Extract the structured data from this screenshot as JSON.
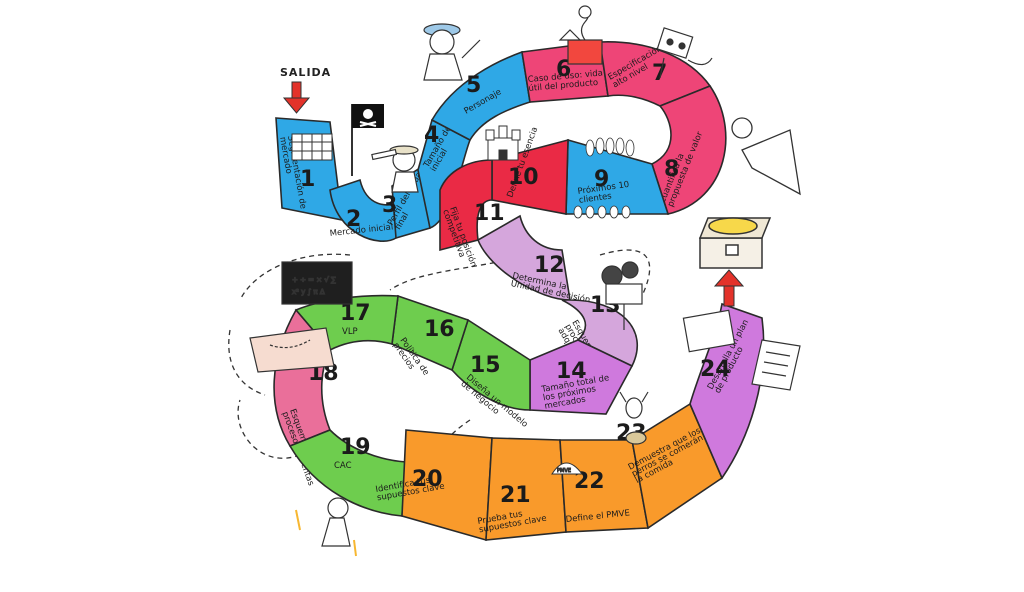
{
  "start_label": "SALIDA",
  "colors": {
    "blue": "#2fa8e6",
    "pink": "#ee4577",
    "red": "#ea2a45",
    "lilac": "#d5a6dc",
    "violet": "#cf79dd",
    "green": "#6ecd4e",
    "rose": "#ea6f9a",
    "orange": "#f99a2b",
    "magenta": "#c957d4",
    "arrow": "#e3322a"
  },
  "squares": [
    {
      "n": "1",
      "text": "Segmentación de mercado"
    },
    {
      "n": "2",
      "text": "Mercado inicial"
    },
    {
      "n": "3",
      "text": "Perfil del usuario final"
    },
    {
      "n": "4",
      "text": "Tamaño del mercado inicial"
    },
    {
      "n": "5",
      "text": "Personaje"
    },
    {
      "n": "6",
      "text": "Caso de uso: vida útil del producto"
    },
    {
      "n": "7",
      "text": "Especificación de alto nivel"
    },
    {
      "n": "8",
      "text": "Cuantifica la propuesta de valor"
    },
    {
      "n": "9",
      "text": "Próximos 10 clientes"
    },
    {
      "n": "10",
      "text": "Define tu esencia"
    },
    {
      "n": "11",
      "text": "Fija tu posición competitiva"
    },
    {
      "n": "12",
      "text": "Determina la Unidad de decisión"
    },
    {
      "n": "13",
      "text": "Esquema del proceso de adquisición"
    },
    {
      "n": "14",
      "text": "Tamaño total de los próximos mercados"
    },
    {
      "n": "15",
      "text": "Diseña un modelo de negocio"
    },
    {
      "n": "16",
      "text": "Política de precios"
    },
    {
      "n": "17",
      "text": "VLP"
    },
    {
      "n": "18",
      "text": "Esquema del proceso de ventas"
    },
    {
      "n": "19",
      "text": "CAC"
    },
    {
      "n": "20",
      "text": "Identifica tus supuestos clave"
    },
    {
      "n": "21",
      "text": "Prueba tus supuestos clave"
    },
    {
      "n": "22",
      "text": "Define el PMVE"
    },
    {
      "n": "23",
      "text": "Demuestra que los perros se comerán la comida"
    },
    {
      "n": "24",
      "text": "Desarrolla un plan de producto"
    }
  ],
  "icons": [
    {
      "name": "start-arrow-icon"
    },
    {
      "name": "calendar-icon"
    },
    {
      "name": "pirate-flag-icon"
    },
    {
      "name": "explorer-telescope-icon"
    },
    {
      "name": "castle-icon"
    },
    {
      "name": "bowling-pins-icon"
    },
    {
      "name": "projector-icon"
    },
    {
      "name": "megaphone-icon"
    },
    {
      "name": "robot-icon"
    },
    {
      "name": "jack-in-the-box-icon"
    },
    {
      "name": "chalkboard-icon"
    },
    {
      "name": "map-icon"
    },
    {
      "name": "treasure-chest-icon"
    },
    {
      "name": "goal-arrow-icon"
    },
    {
      "name": "document-icon"
    },
    {
      "name": "igloo-icon"
    },
    {
      "name": "dog-icon"
    },
    {
      "name": "scientist-icon"
    },
    {
      "name": "rocket-man-icon"
    }
  ]
}
